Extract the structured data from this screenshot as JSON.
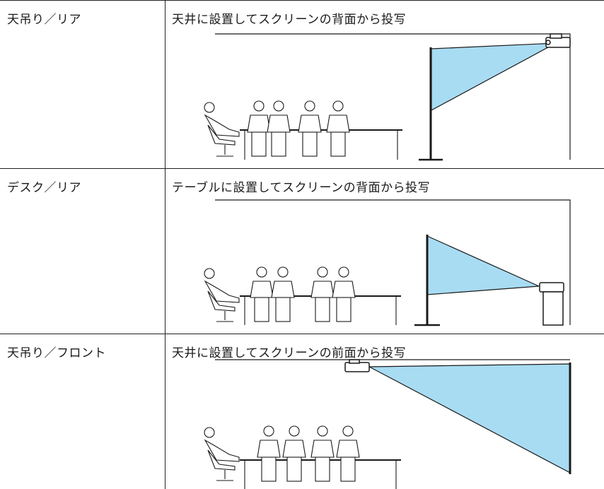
{
  "rows": [
    {
      "mode": "天吊り／リア",
      "description": "天井に設置してスクリーンの背面から投写"
    },
    {
      "mode": "デスク／リア",
      "description": "テーブルに設置してスクリーンの背面から投写"
    },
    {
      "mode": "天吊り／フロント",
      "description": "天井に設置してスクリーンの前面から投写"
    }
  ],
  "colors": {
    "beam": "#a8dcf2",
    "line": "#1a1a1a",
    "border": "#222222"
  }
}
